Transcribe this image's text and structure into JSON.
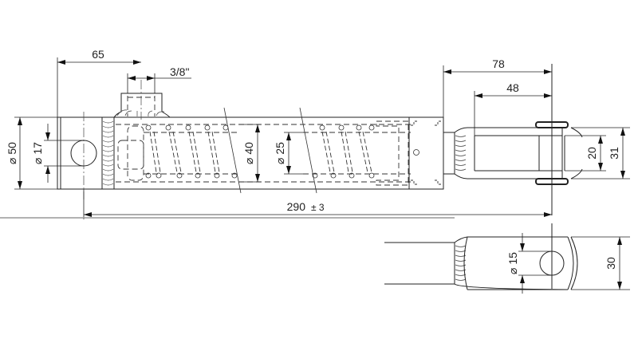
{
  "drawing": {
    "title": "Gas spring / hydraulic cylinder with clevis end",
    "dimensions": {
      "offset_fitting": "65",
      "thread_fitting": "3/8\"",
      "overall_rod_end": "78",
      "clevis_depth": "48",
      "tube_diameter": "⌀ 50",
      "eye_hole_diameter": "⌀ 17",
      "spring_outer_diameter": "⌀ 40",
      "piston_rod_diameter": "⌀ 25",
      "clevis_slot_width": "20",
      "clevis_width": "31",
      "pin_center_length": "290",
      "pin_center_tolerance": "± 3",
      "clevis_pin_hole": "⌀ 15",
      "clevis_height": "30"
    },
    "colors": {
      "line": "#222222",
      "background": "#ffffff"
    }
  }
}
